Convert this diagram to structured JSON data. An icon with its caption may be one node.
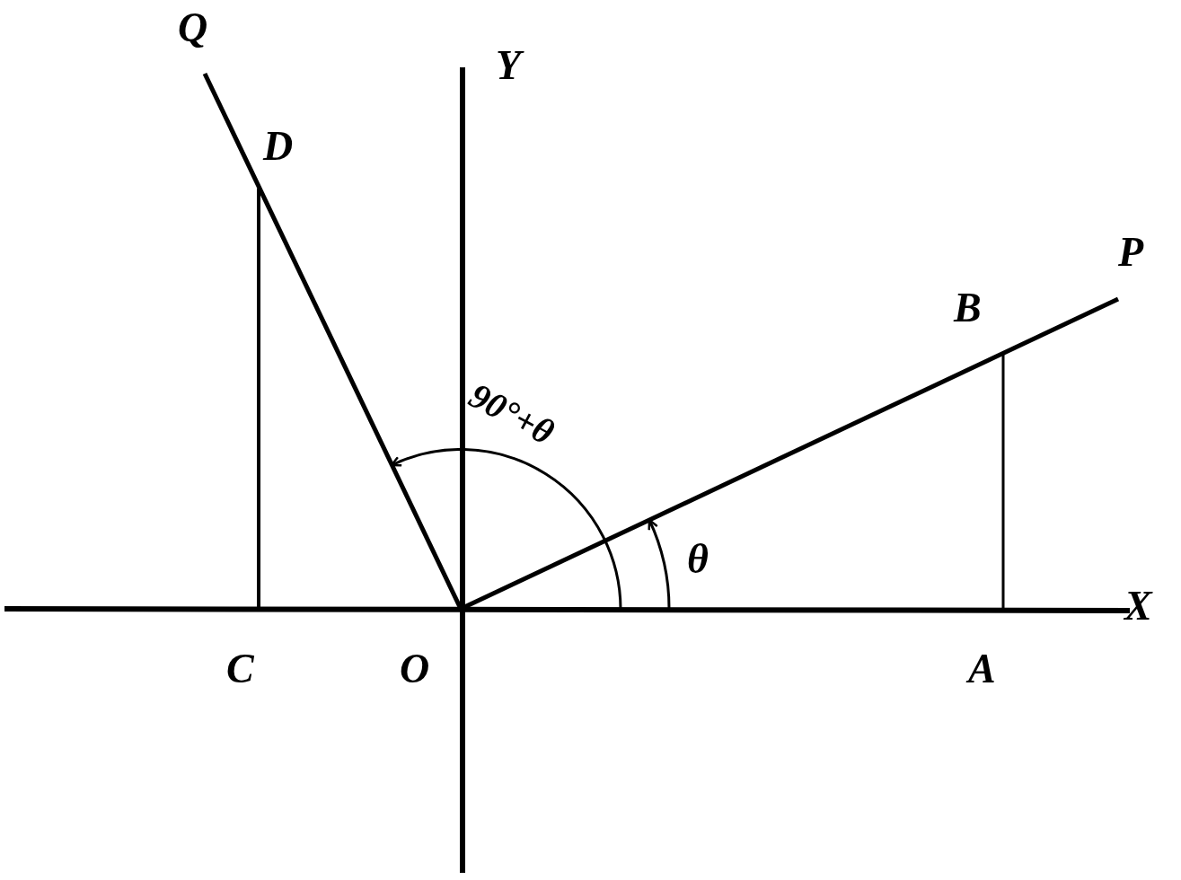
{
  "diagram": {
    "labels": [
      "Q",
      "Y",
      "D",
      "P",
      "B",
      "90°+θ",
      "θ",
      "X",
      "C",
      "O",
      "A"
    ]
  }
}
